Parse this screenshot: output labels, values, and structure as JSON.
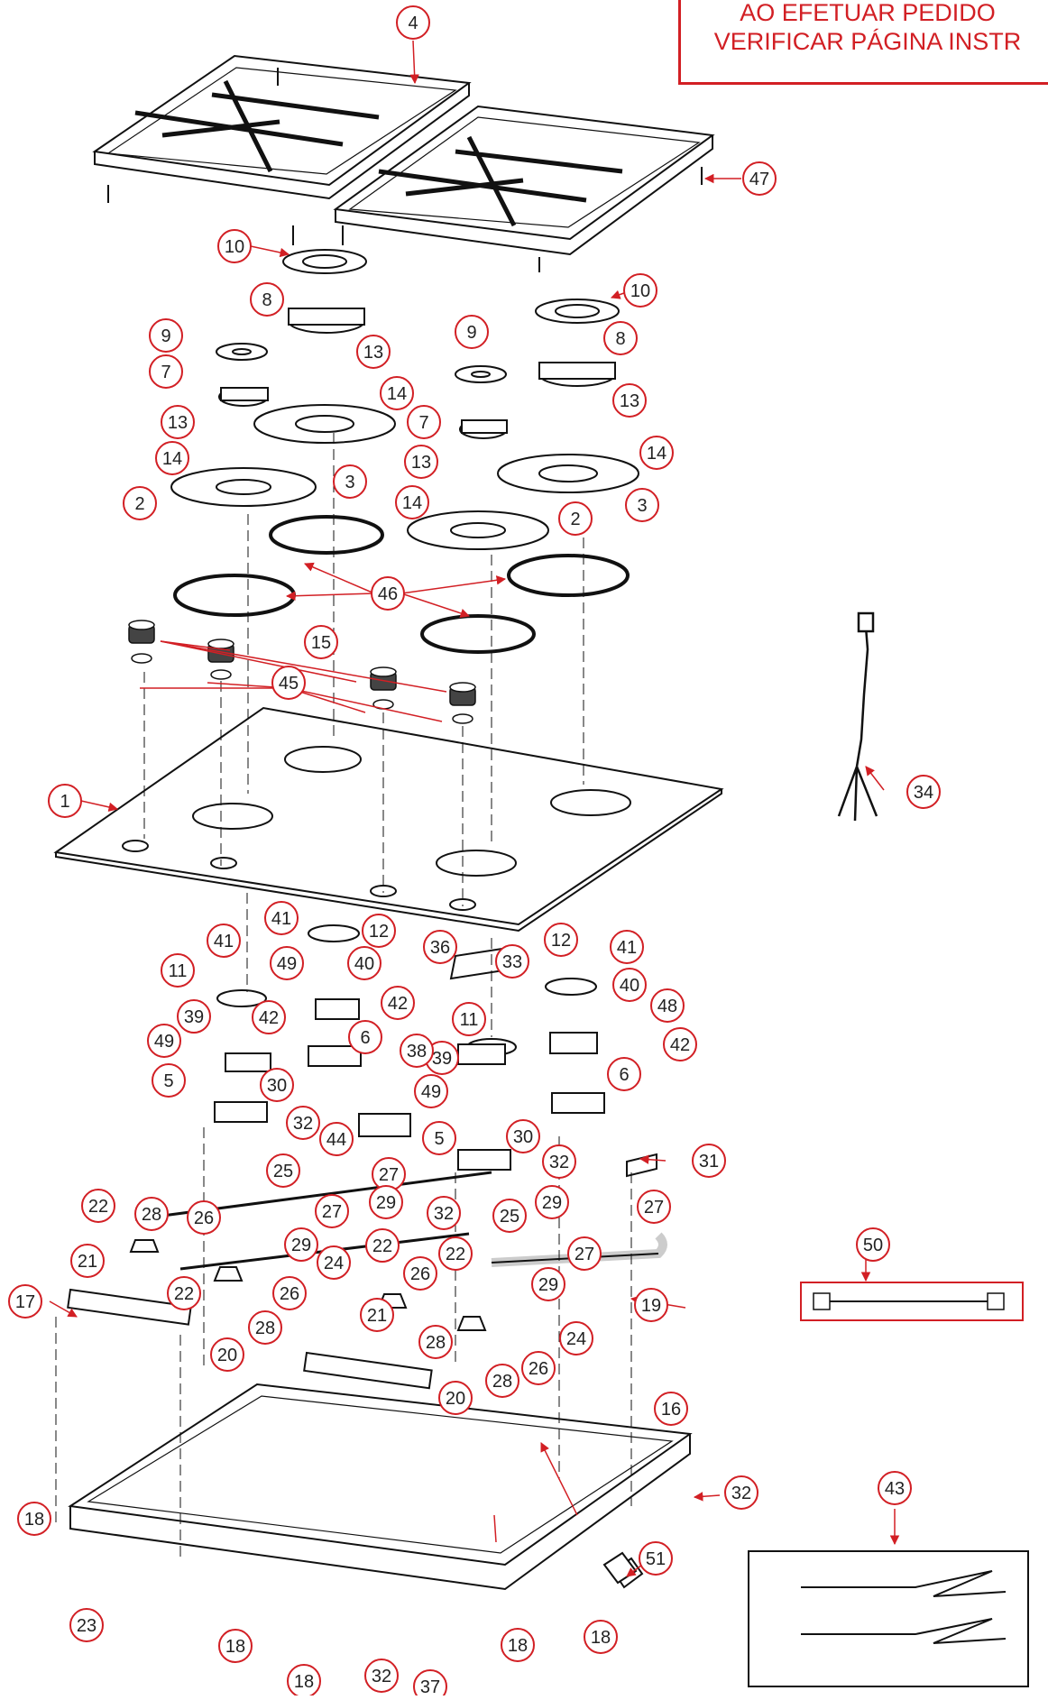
{
  "note": {
    "line1": "AO EFETUAR PEDIDO",
    "line2": "VERIFICAR PÁGINA INSTR"
  },
  "callouts": [
    {
      "id": "c4",
      "label": "4"
    },
    {
      "id": "c47",
      "label": "47"
    },
    {
      "id": "c10a",
      "label": "10"
    },
    {
      "id": "c10b",
      "label": "10"
    },
    {
      "id": "c8a",
      "label": "8"
    },
    {
      "id": "c8b",
      "label": "8"
    },
    {
      "id": "c9a",
      "label": "9"
    },
    {
      "id": "c9b",
      "label": "9"
    },
    {
      "id": "c7a",
      "label": "7"
    },
    {
      "id": "c7b",
      "label": "7"
    },
    {
      "id": "c13a",
      "label": "13"
    },
    {
      "id": "c13b",
      "label": "13"
    },
    {
      "id": "c13c",
      "label": "13"
    },
    {
      "id": "c13d",
      "label": "13"
    },
    {
      "id": "c14a",
      "label": "14"
    },
    {
      "id": "c14b",
      "label": "14"
    },
    {
      "id": "c14c",
      "label": "14"
    },
    {
      "id": "c14d",
      "label": "14"
    },
    {
      "id": "c3a",
      "label": "3"
    },
    {
      "id": "c3b",
      "label": "3"
    },
    {
      "id": "c2a",
      "label": "2"
    },
    {
      "id": "c2b",
      "label": "2"
    },
    {
      "id": "c46",
      "label": "46"
    },
    {
      "id": "c15",
      "label": "15"
    },
    {
      "id": "c45",
      "label": "45"
    },
    {
      "id": "c34",
      "label": "34"
    },
    {
      "id": "c1",
      "label": "1"
    },
    {
      "id": "c41a",
      "label": "41"
    },
    {
      "id": "c41b",
      "label": "41"
    },
    {
      "id": "c41c",
      "label": "41"
    },
    {
      "id": "c12a",
      "label": "12"
    },
    {
      "id": "c12b",
      "label": "12"
    },
    {
      "id": "c11a",
      "label": "11"
    },
    {
      "id": "c11b",
      "label": "11"
    },
    {
      "id": "c49a",
      "label": "49"
    },
    {
      "id": "c49b",
      "label": "49"
    },
    {
      "id": "c49c",
      "label": "49"
    },
    {
      "id": "c40a",
      "label": "40"
    },
    {
      "id": "c40b",
      "label": "40"
    },
    {
      "id": "c36",
      "label": "36"
    },
    {
      "id": "c33",
      "label": "33"
    },
    {
      "id": "c42a",
      "label": "42"
    },
    {
      "id": "c42b",
      "label": "42"
    },
    {
      "id": "c42c",
      "label": "42"
    },
    {
      "id": "c39a",
      "label": "39"
    },
    {
      "id": "c39b",
      "label": "39"
    },
    {
      "id": "c48",
      "label": "48"
    },
    {
      "id": "c6a",
      "label": "6"
    },
    {
      "id": "c6b",
      "label": "6"
    },
    {
      "id": "c38",
      "label": "38"
    },
    {
      "id": "c5a",
      "label": "5"
    },
    {
      "id": "c5b",
      "label": "5"
    },
    {
      "id": "c30a",
      "label": "30"
    },
    {
      "id": "c30b",
      "label": "30"
    },
    {
      "id": "c32a",
      "label": "32"
    },
    {
      "id": "c32b",
      "label": "32"
    },
    {
      "id": "c32c",
      "label": "32"
    },
    {
      "id": "c32d",
      "label": "32"
    },
    {
      "id": "c32e",
      "label": "32"
    },
    {
      "id": "c44",
      "label": "44"
    },
    {
      "id": "c31",
      "label": "31"
    },
    {
      "id": "c25a",
      "label": "25"
    },
    {
      "id": "c25b",
      "label": "25"
    },
    {
      "id": "c27a",
      "label": "27"
    },
    {
      "id": "c27b",
      "label": "27"
    },
    {
      "id": "c27c",
      "label": "27"
    },
    {
      "id": "c27d",
      "label": "27"
    },
    {
      "id": "c29a",
      "label": "29"
    },
    {
      "id": "c29b",
      "label": "29"
    },
    {
      "id": "c29c",
      "label": "29"
    },
    {
      "id": "c29d",
      "label": "29"
    },
    {
      "id": "c22a",
      "label": "22"
    },
    {
      "id": "c22b",
      "label": "22"
    },
    {
      "id": "c22c",
      "label": "22"
    },
    {
      "id": "c22d",
      "label": "22"
    },
    {
      "id": "c28a",
      "label": "28"
    },
    {
      "id": "c28b",
      "label": "28"
    },
    {
      "id": "c28c",
      "label": "28"
    },
    {
      "id": "c28d",
      "label": "28"
    },
    {
      "id": "c26a",
      "label": "26"
    },
    {
      "id": "c26b",
      "label": "26"
    },
    {
      "id": "c26c",
      "label": "26"
    },
    {
      "id": "c26d",
      "label": "26"
    },
    {
      "id": "c24a",
      "label": "24"
    },
    {
      "id": "c24b",
      "label": "24"
    },
    {
      "id": "c21a",
      "label": "21"
    },
    {
      "id": "c21b",
      "label": "21"
    },
    {
      "id": "c20a",
      "label": "20"
    },
    {
      "id": "c20b",
      "label": "20"
    },
    {
      "id": "c19",
      "label": "19"
    },
    {
      "id": "c50",
      "label": "50"
    },
    {
      "id": "c17",
      "label": "17"
    },
    {
      "id": "c16",
      "label": "16"
    },
    {
      "id": "c43",
      "label": "43"
    },
    {
      "id": "c18a",
      "label": "18"
    },
    {
      "id": "c18b",
      "label": "18"
    },
    {
      "id": "c18c",
      "label": "18"
    },
    {
      "id": "c18d",
      "label": "18"
    },
    {
      "id": "c18e",
      "label": "18"
    },
    {
      "id": "c23",
      "label": "23"
    },
    {
      "id": "c51",
      "label": "51"
    },
    {
      "id": "c37",
      "label": "37"
    }
  ],
  "colors": {
    "callout": "#d21f24",
    "drawing": "#111111",
    "text": "#222222"
  }
}
